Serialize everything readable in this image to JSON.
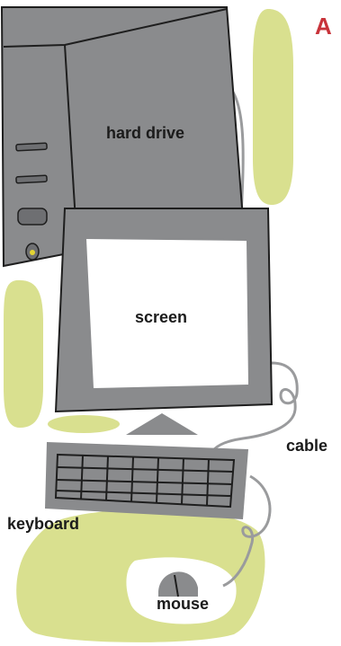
{
  "section_letter": "A",
  "labels": {
    "hard_drive": "hard drive",
    "screen": "screen",
    "cable": "cable",
    "keyboard": "keyboard",
    "mouse": "mouse"
  },
  "colors": {
    "device_gray": "#8a8b8d",
    "device_gray_dark": "#6e6f72",
    "outline": "#1e1e1e",
    "screen_white": "#ffffff",
    "accent_green": "#d9e08f",
    "cable_gray": "#9a9b9d",
    "letter_red": "#c8333a",
    "led_yellow": "#e3d433"
  }
}
